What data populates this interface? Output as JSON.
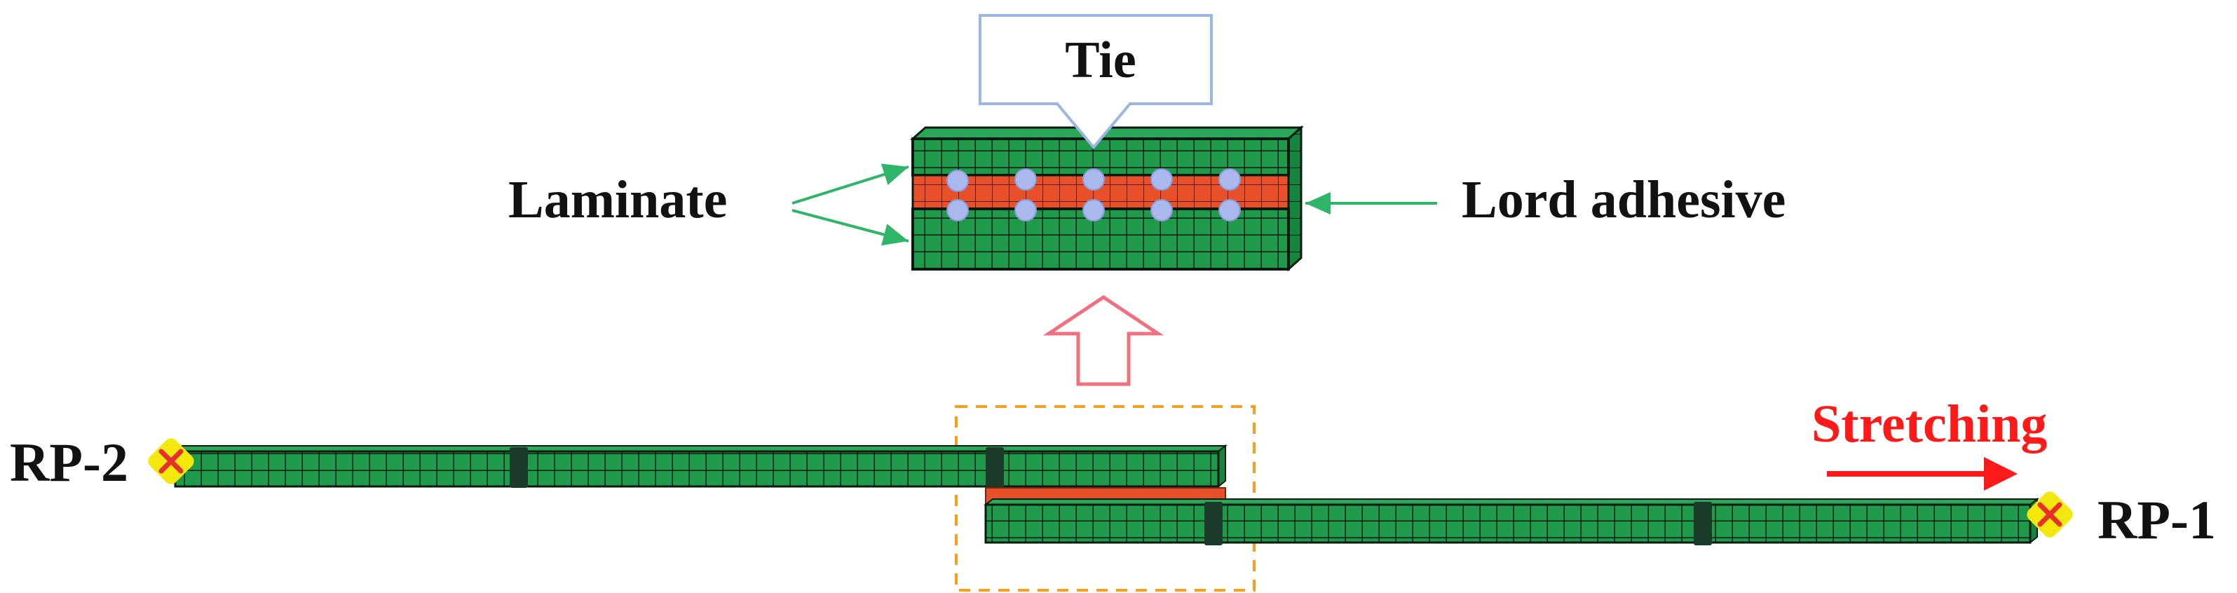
{
  "labels": {
    "tie": "Tie",
    "laminate": "Laminate",
    "adhesive": "Lord adhesive",
    "rp2": "RP-2",
    "rp1": "RP-1",
    "stretching": "Stretching"
  },
  "colors": {
    "laminate_green": "#1f9a4a",
    "laminate_side": "#0f7a37",
    "adhesive_red": "#e8502a",
    "grid_line": "#0b1a10",
    "tie_node": "#aab8ee",
    "tie_box": "#9ab6e2",
    "arrow_green": "#2fb56a",
    "zoom_arrow": "#f07080",
    "dashed_box": "#f5a020",
    "rp_marker_fill": "#f2e80d",
    "rp_marker_x": "#e8302a",
    "stretch_red": "#ff1a1a",
    "tab_dark": "#1a3a2a",
    "text": "#111111"
  },
  "icons": {
    "rp_marker": "x-cross-icon",
    "zoom_arrow": "up-arrow-icon",
    "stretch_arrow": "right-arrow-icon"
  }
}
